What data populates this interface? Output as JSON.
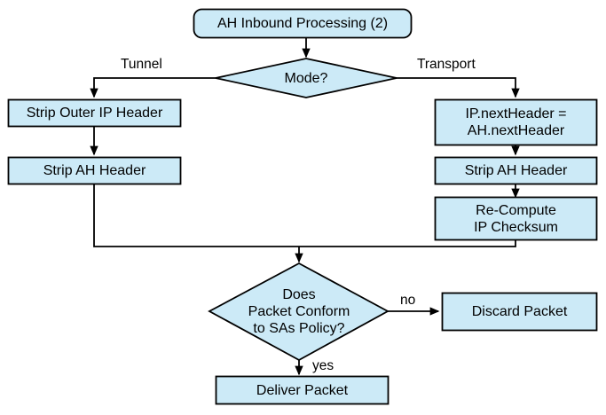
{
  "diagram": {
    "title": "AH Inbound Processing (2)",
    "type": "flowchart",
    "style": {
      "node_fill": "#cceaf7",
      "node_stroke": "#000000",
      "edge_stroke": "#000000",
      "background": "#ffffff",
      "text_color": "#000000"
    },
    "nodes": [
      {
        "id": "start",
        "shape": "rounded-rectangle",
        "label": "AH Inbound Processing (2)"
      },
      {
        "id": "mode",
        "shape": "diamond",
        "label": "Mode?"
      },
      {
        "id": "strip-outer-ip",
        "shape": "rectangle",
        "label": "Strip Outer IP Header"
      },
      {
        "id": "strip-ah-tunnel",
        "shape": "rectangle",
        "label": "Strip AH Header"
      },
      {
        "id": "ip-nextheader",
        "shape": "rectangle",
        "label": "IP.nextHeader =\nAH.nextHeader"
      },
      {
        "id": "strip-ah-transport",
        "shape": "rectangle",
        "label": "Strip AH Header"
      },
      {
        "id": "recompute-checksum",
        "shape": "rectangle",
        "label": "Re-Compute\nIP Checksum"
      },
      {
        "id": "conform",
        "shape": "diamond",
        "label": "Does\nPacket Conform\nto SAs Policy?"
      },
      {
        "id": "discard",
        "shape": "rectangle",
        "label": "Discard Packet"
      },
      {
        "id": "deliver",
        "shape": "rectangle",
        "label": "Deliver Packet"
      }
    ],
    "edge_labels": {
      "tunnel": "Tunnel",
      "transport": "Transport",
      "no": "no",
      "yes": "yes"
    }
  }
}
